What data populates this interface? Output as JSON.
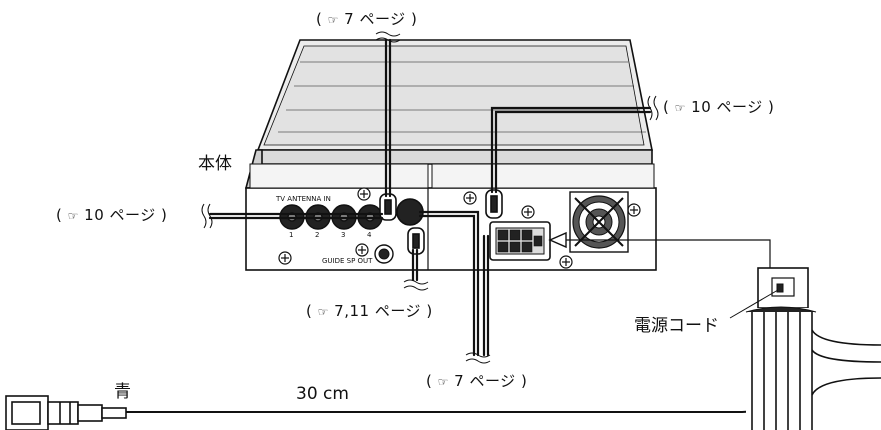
{
  "labels": {
    "unit": "本体",
    "power_cord": "電源コード",
    "blue_wire": "青",
    "length": "30 cm",
    "antenna_in": "TV ANTENNA IN",
    "guide_sp_out": "GUIDE SP OUT",
    "antenna_ports": [
      "1",
      "2",
      "3",
      "4"
    ]
  },
  "references": {
    "top": "7 ページ",
    "right": "10 ページ",
    "left": "10 ページ",
    "lower_mid": "7,11 ページ",
    "bottom": "7 ページ"
  },
  "ref_icon": "pointing-hand-icon",
  "colors": {
    "line": "#111111",
    "panel": "#ffffff",
    "shade": "#d8d8d8"
  }
}
